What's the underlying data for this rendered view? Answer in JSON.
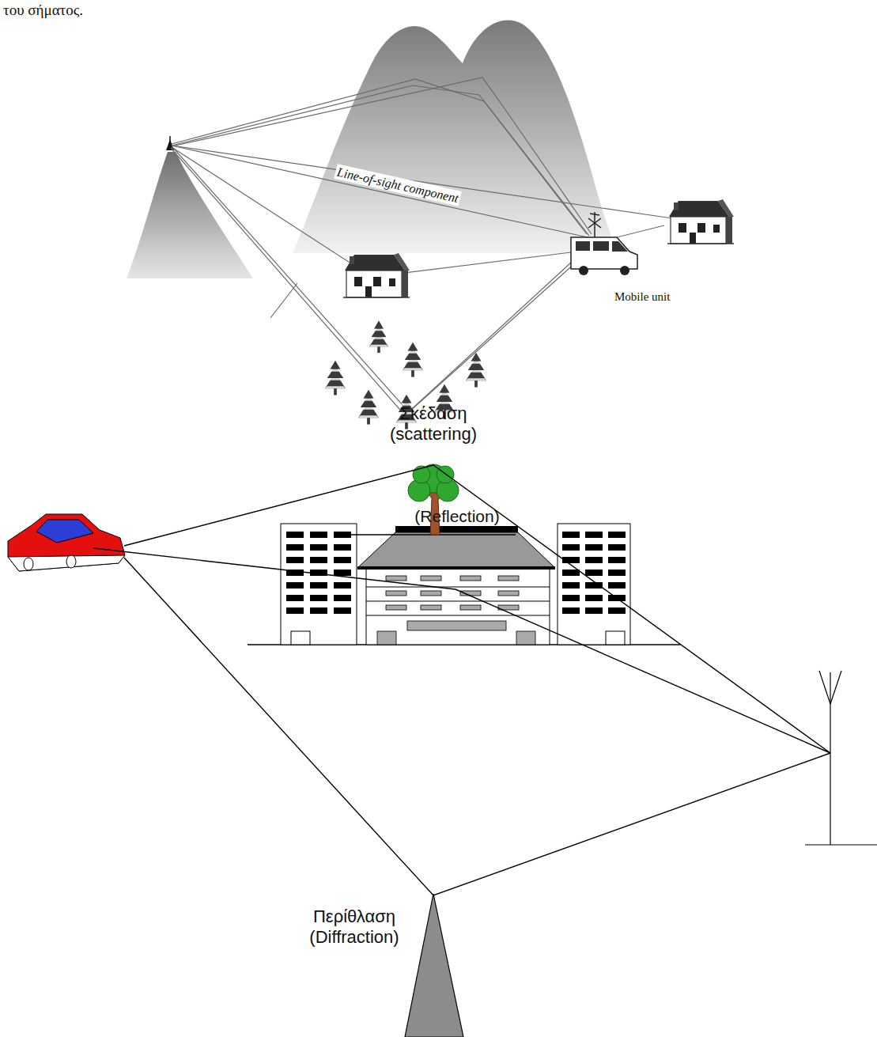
{
  "diagram": {
    "labels": [
      "του σήματος.",
      "Line-of-sight component",
      "Mobile unit",
      "(Reflection)",
      "Σκέδαση (scattering)",
      "Περίθλαση (Diffraction)"
    ]
  }
}
